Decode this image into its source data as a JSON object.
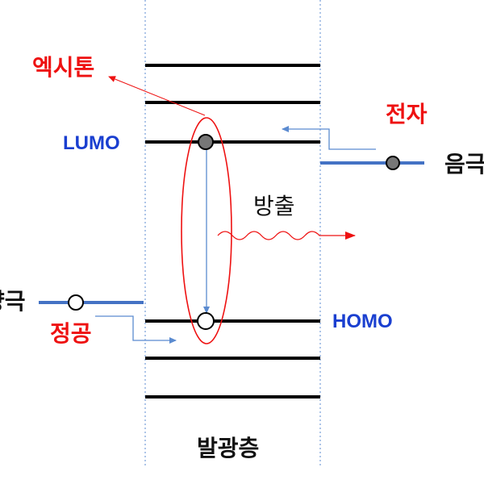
{
  "labels": {
    "exciton": "엑시톤",
    "electron": "전자",
    "lumo": "LUMO",
    "cathode": "음극",
    "emission": "방출",
    "anode": "양극",
    "hole": "정공",
    "homo": "HOMO",
    "emissive_layer": "발광층"
  },
  "colors": {
    "red": "#ee1111",
    "blue": "#1a3fd0",
    "electrode": "#4472c4",
    "arrow_blue": "#5b8bd0",
    "level": "#000000",
    "electron_fill": "#777777"
  }
}
